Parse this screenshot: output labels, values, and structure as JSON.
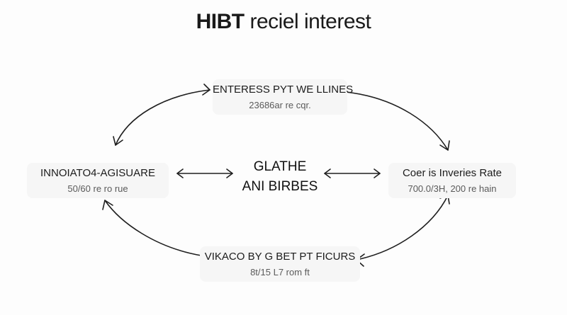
{
  "title": {
    "part1": "HIBT",
    "part2": "reciel interest"
  },
  "nodes": {
    "top": {
      "label": "ENTERESS PYT WE LLINES",
      "sub": "23686ar re cqr."
    },
    "left": {
      "label": "INNOIATO4-AGISUARE",
      "sub": "50/60 re ro rue"
    },
    "center": {
      "line1": "GLATHE",
      "line2": "ANI BIRBES"
    },
    "right": {
      "label": "Coer is Inveries Rate",
      "sub": "700.0/3H, 200 re hain"
    },
    "bottom": {
      "label": "VIKACO BY G BET PT FICURS",
      "sub": "8t/15 L7 rom ft"
    }
  }
}
